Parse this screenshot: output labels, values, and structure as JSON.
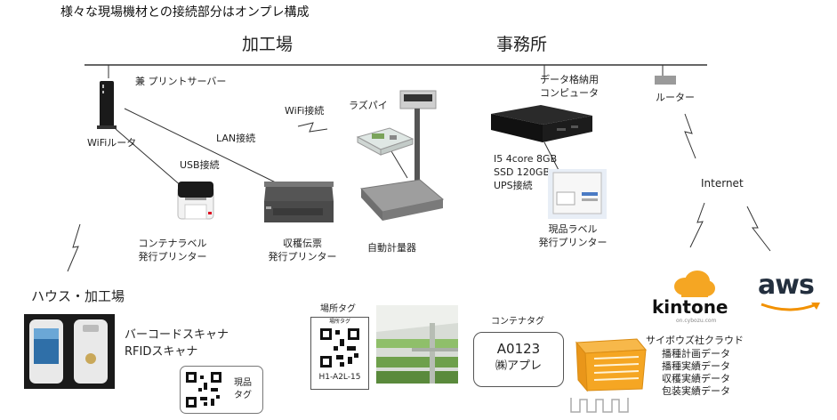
{
  "title": "様々な現場機材との接続部分はオンプレ構成",
  "zones": {
    "factory": "加工場",
    "office": "事務所",
    "house": "ハウス・加工場"
  },
  "devices": {
    "print_server": "兼 プリントサーバー",
    "wifi_router": "WiFiルータ",
    "wifi_link": "WiFi接続",
    "raspi": "ラズパイ",
    "lan_link": "LAN接続",
    "usb_link": "USB接続",
    "container_printer": [
      "コンテナラベル",
      "発行プリンター"
    ],
    "harvest_printer": [
      "収穫伝票",
      "発行プリンター"
    ],
    "scale": "自動計量器",
    "data_pc": [
      "データ格納用",
      "コンピュータ"
    ],
    "pc_specs": [
      "I5 4core 8GB",
      "SSD 120GB",
      "UPS接続"
    ],
    "item_printer": [
      "現品ラベル",
      "発行プリンター"
    ],
    "router": "ルーター",
    "internet": "Internet"
  },
  "scanner": {
    "line1": "バーコードスキャナ",
    "line2": "RFIDスキャナ"
  },
  "tags": {
    "item_tag": [
      "現品",
      "タグ"
    ],
    "place_tag_title": "場所タグ",
    "place_tag_header": "場所タグ",
    "place_tag_code": "H1-A2L-15",
    "container_tag_title": "コンテナタグ",
    "container_code": "A0123",
    "container_company": "㈱アプレ"
  },
  "cloud": {
    "kintone_logo": "kintone",
    "kintone_sub": "on.cybozu.com",
    "aws_logo": "aws",
    "cybozu_heading": "サイボウズ社クラウド",
    "cybozu_items": [
      "播種計画データ",
      "播種実績データ",
      "収穫実績データ",
      "包装実績データ"
    ]
  },
  "colors": {
    "line": "#333333",
    "kintone": "#f5a623",
    "aws_arrow": "#f29100",
    "crate": "#f5a623"
  }
}
